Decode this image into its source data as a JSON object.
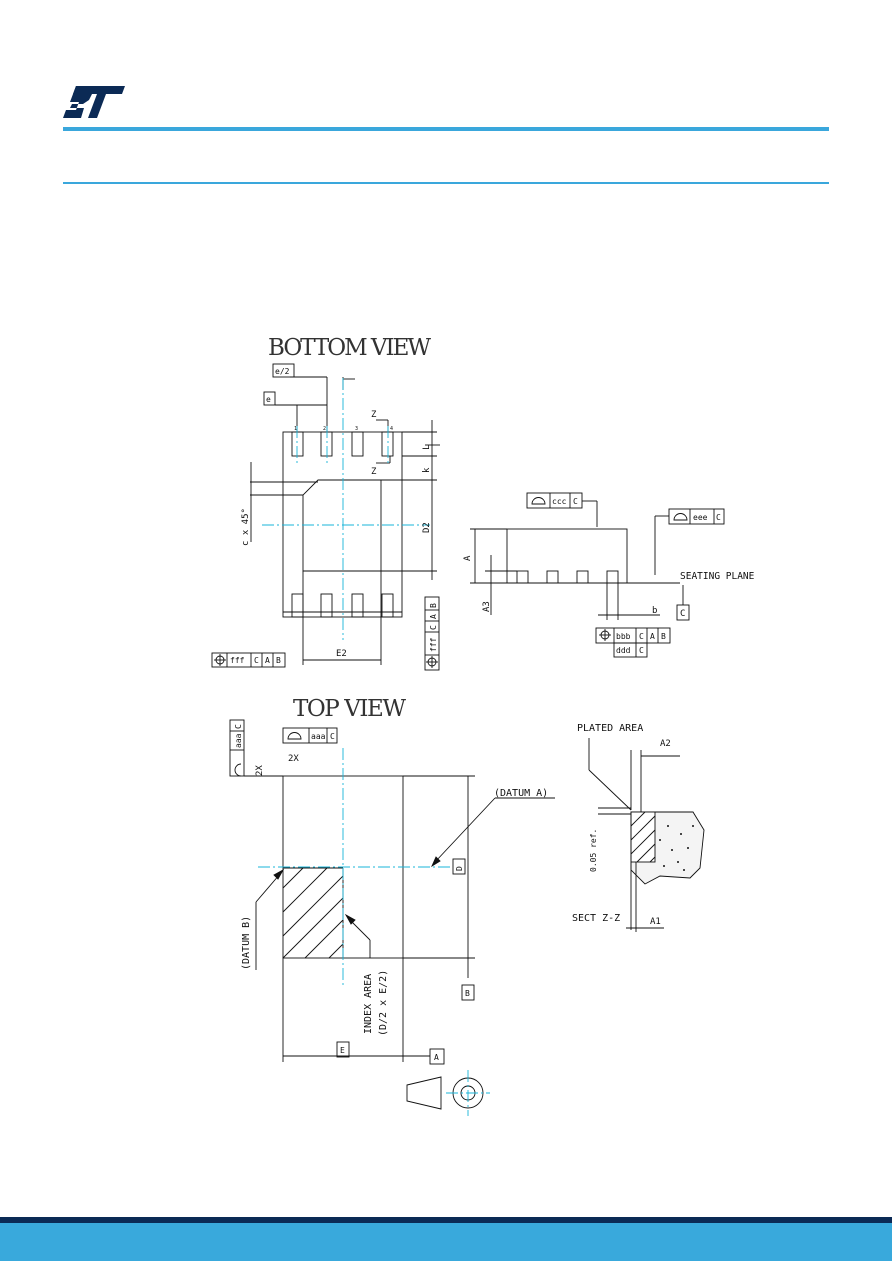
{
  "header": {
    "logo_icon": "st-logo-icon"
  },
  "colors": {
    "accent": "#3aa7dc",
    "footer": "#39a9dc",
    "footer_dark": "#0b2a55",
    "logo": "#0b2a55",
    "center_line": "#18b4d8"
  },
  "drawing": {
    "bottom_view": {
      "title": "BOTTOM VIEW",
      "pins": [
        "1",
        "2",
        "3",
        "4"
      ],
      "labels": {
        "e_half": "e/2",
        "e": "e",
        "z": "Z",
        "L": "L",
        "k": "k",
        "chamfer": "c x 45°",
        "D2": "D2",
        "E2": "E2",
        "fff": "fff",
        "C": "C",
        "A": "A",
        "B": "B"
      }
    },
    "side_view": {
      "labels": {
        "ccc": "ccc",
        "eee": "eee",
        "C": "C",
        "A": "A",
        "A3": "A3",
        "seating_plane": "SEATING PLANE",
        "b": "b",
        "bbb": "bbb",
        "ddd": "ddd",
        "B": "B",
        "A_datum": "A"
      }
    },
    "top_view": {
      "title": "TOP VIEW",
      "labels": {
        "aaa": "aaa",
        "C": "C",
        "two_x": "2X",
        "datum_a": "(DATUM A)",
        "datum_b": "(DATUM B)",
        "D": "D",
        "B": "B",
        "E": "E",
        "A": "A",
        "index_area": "INDEX AREA",
        "index_size": "(D/2 x E/2)"
      }
    },
    "section": {
      "labels": {
        "plated_area": "PLATED AREA",
        "A2": "A2",
        "ref": "0.05 ref.",
        "sect": "SECT Z-Z",
        "A1": "A1"
      }
    }
  }
}
